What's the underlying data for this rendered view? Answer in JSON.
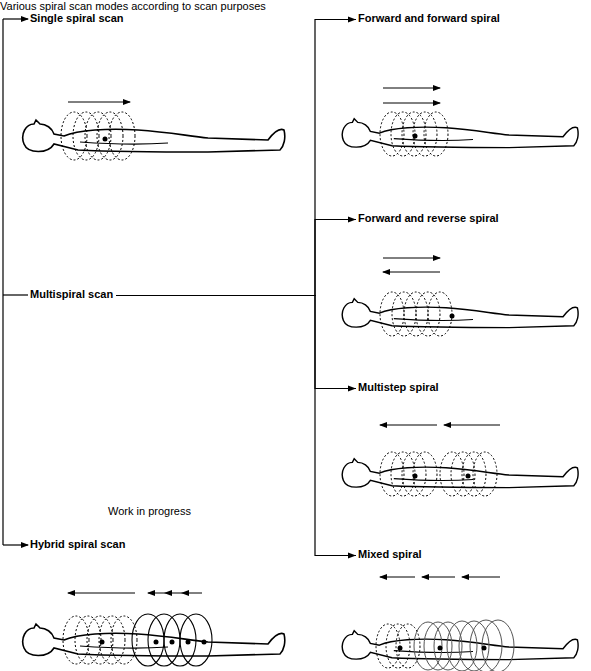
{
  "diagram": {
    "title": "Various spiral scan modes according to scan purposes",
    "nodes": [
      {
        "text": [
          "Single spiral scan"
        ]
      },
      {
        "text": [
          "Forward and forward spiral"
        ]
      },
      {
        "text": [
          "Multispiral scan"
        ]
      },
      {
        "text": [
          "Forward and reverse spiral"
        ]
      },
      {
        "text": [
          "Multistep spiral"
        ]
      },
      {
        "text": [
          "Hybrid spiral scan"
        ]
      },
      {
        "text": [
          "Mixed spiral"
        ]
      }
    ],
    "edges": [
      {
        "from": 2,
        "to": 1,
        "arrow": "to"
      },
      {
        "from": 2,
        "to": 3,
        "arrow": "to"
      },
      {
        "from": 2,
        "to": 4,
        "arrow": "to"
      },
      {
        "from": 2,
        "to": 6,
        "arrow": "to"
      }
    ],
    "labels": [
      "Work in progress"
    ]
  }
}
